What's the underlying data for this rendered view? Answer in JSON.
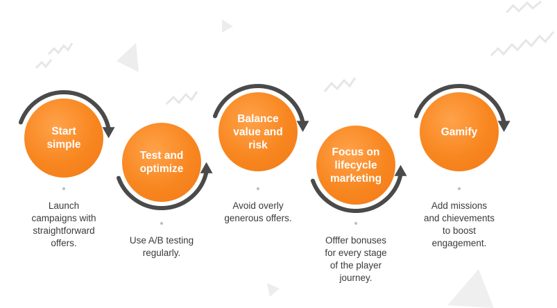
{
  "colors": {
    "step_fill": "#f8861f",
    "arrow": "#4a4a4a",
    "text": "#3a3a3a",
    "decoration": "#e9e9e9"
  },
  "steps": [
    {
      "title": "Start\nsimple",
      "description": "Launch\ncampaigns with\nstraightforward\noffers."
    },
    {
      "title": "Test and\noptimize",
      "description": "Use A/B testing\nregularly."
    },
    {
      "title": "Balance\nvalue and\nrisk",
      "description": "Avoid overly\ngenerous offers."
    },
    {
      "title": "Focus on\nlifecycle\nmarketing",
      "description": "Offfer bonuses\nfor every stage\nof the player\njourney."
    },
    {
      "title": "Gamify",
      "description": "Add missions\nand chievements\nto boost\nengagement."
    }
  ]
}
